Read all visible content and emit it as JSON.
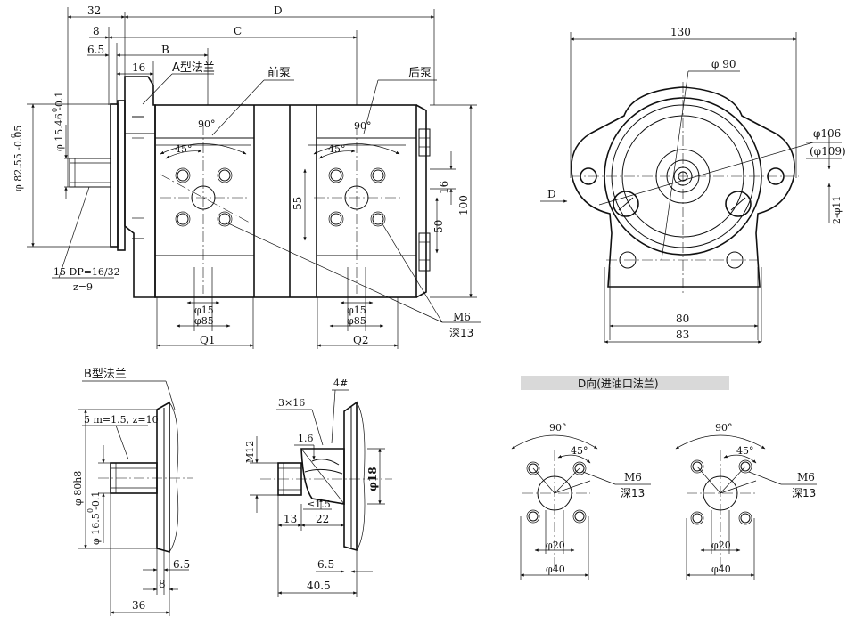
{
  "top_view": {
    "dims": {
      "d32": "32",
      "dD": "D",
      "d8": "8",
      "dC": "C",
      "d65a": "6.5",
      "dB": "B",
      "d16a": "16",
      "shaft_dia": "φ 82.55 -0.05",
      "shaft_dia_zero": "0",
      "shaft_small": "φ 15.46 -0.1",
      "shaft_small_zero": "0",
      "spline": "15 DP=16/32",
      "spline_z": "z=9",
      "dim55": "55",
      "dim100": "100",
      "dim16b": "16",
      "dim50": "50",
      "phi15a": "φ15",
      "phi85a": "φ85",
      "phi15b": "φ15",
      "phi85b": "φ85",
      "q1": "Q1",
      "q2": "Q2",
      "m6": "M6",
      "deep13": "深13",
      "angle90a": "90°",
      "angle45a": "45°",
      "angle90b": "90°",
      "angle45b": "45°"
    },
    "labels": {
      "flange_a": "A型法兰",
      "front_pump": "前泵",
      "rear_pump": "后泵"
    }
  },
  "side_view": {
    "dims": {
      "d130": "130",
      "phi90": "φ 90",
      "phi106": "φ106",
      "phi109": "(φ109)",
      "d2phi11": "2-φ11",
      "d80": "80",
      "d83": "83",
      "dir_d": "D"
    }
  },
  "flange_b": {
    "label": "B型法兰",
    "dims": {
      "module": "5 m=1.5, z=10",
      "phi80": "φ 80h8",
      "phi165": "φ 16.5 -0.1",
      "phi165_zero": "0",
      "d65": "6.5",
      "d8": "8",
      "d36": "36"
    }
  },
  "key_view": {
    "dims": {
      "d3x16": "3×16",
      "d4": "4#",
      "m12": "M12",
      "d16": "1.6",
      "phi18": "φ18",
      "d15": "≤1.5",
      "d13": "13",
      "d22": "22",
      "d65": "6.5",
      "d405": "40.5"
    }
  },
  "d_view": {
    "title": "D向(进油口法兰)",
    "left": {
      "angle90": "90°",
      "angle45": "45°",
      "m6": "M6",
      "deep13": "深13",
      "phi20": "φ20",
      "phi40": "φ40"
    },
    "right": {
      "angle90": "90°",
      "angle45": "45°",
      "m6": "M6",
      "deep13": "深13",
      "phi20": "φ20",
      "phi40": "φ40"
    }
  }
}
